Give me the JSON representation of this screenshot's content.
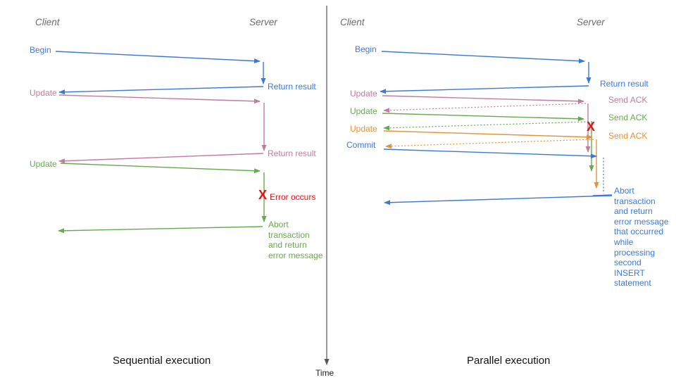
{
  "colors": {
    "blue": "#3c78d8",
    "pink": "#c27ba0",
    "green": "#6aa84f",
    "orange": "#e69138",
    "red": "#e81010",
    "gray": "#6a6a6a",
    "axis": "#555555",
    "title": "#111111"
  },
  "axis": {
    "time_label": "Time"
  },
  "sequential": {
    "title": "Sequential execution",
    "client": "Client",
    "server": "Server",
    "begin": "Begin",
    "return_result_1": "Return result",
    "update_1": "Update",
    "return_result_2": "Return result",
    "update_2": "Update",
    "error_mark": "X",
    "error_text": "Error occurs",
    "abort_text": "Abort\ntransaction\nand return\nerror message"
  },
  "parallel": {
    "title": "Parallel execution",
    "client": "Client",
    "server": "Server",
    "begin": "Begin",
    "return_result": "Return result",
    "update_1": "Update",
    "send_ack_1": "Send ACK",
    "update_2": "Update",
    "send_ack_2": "Send ACK",
    "update_3": "Update",
    "send_ack_3": "Send ACK",
    "commit": "Commit",
    "error_mark": "X",
    "abort_text": "Abort\ntransaction\nand return\nerror message\nthat occurred\nwhile\nprocessing\nsecond\nINSERT\nstatement"
  }
}
